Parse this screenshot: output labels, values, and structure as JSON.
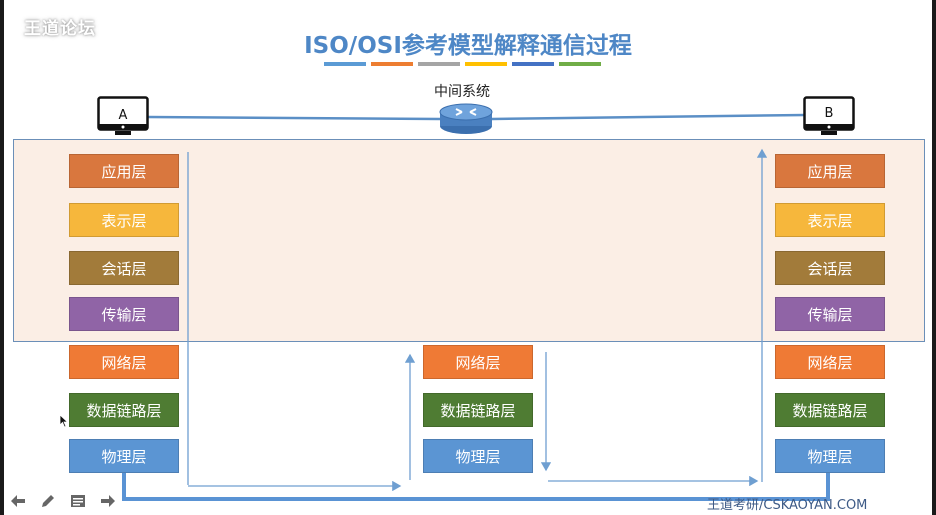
{
  "watermark": "王道论坛",
  "title": "ISO/OSI参考模型解释通信过程",
  "title_bar_colors": [
    "#5b9bd5",
    "#ed7d31",
    "#a5a5a5",
    "#ffc000",
    "#4472c4",
    "#70ad47"
  ],
  "middle_system_label": "中间系统",
  "host_a": {
    "label": "A"
  },
  "host_b": {
    "label": "B"
  },
  "host_a_layers": [
    "应用层",
    "表示层",
    "会话层",
    "传输层",
    "网络层",
    "数据链路层",
    "物理层"
  ],
  "middle_layers": [
    "网络层",
    "数据链路层",
    "物理层"
  ],
  "host_b_layers": [
    "应用层",
    "表示层",
    "会话层",
    "传输层",
    "网络层",
    "数据链路层",
    "物理层"
  ],
  "footer_text": "王道考研/CSKAOYAN.COM",
  "toolbar": [
    "arrow-left-icon",
    "pen-icon",
    "notes-icon",
    "arrow-right-icon"
  ]
}
